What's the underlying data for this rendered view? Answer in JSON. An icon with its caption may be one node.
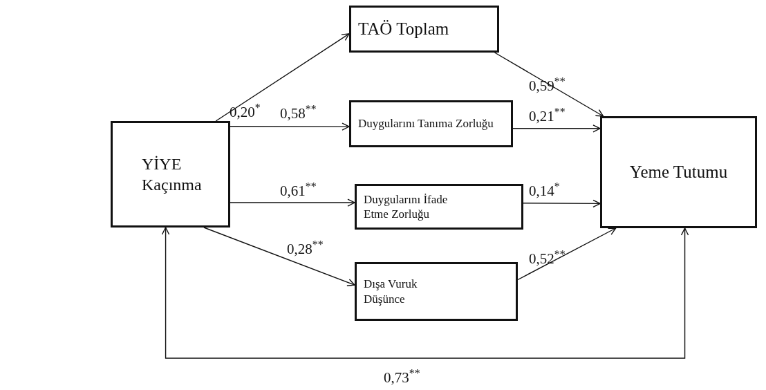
{
  "diagram": {
    "nodes": [
      {
        "text": [
          "YİYE Kaçınma"
        ]
      },
      {
        "text": [
          "TAÖ Toplam"
        ]
      },
      {
        "text": [
          "Duygularını Tanıma Zorluğu"
        ]
      },
      {
        "text": [
          "Duygularını İfade Etme Zorluğu"
        ]
      },
      {
        "text": [
          "Dışa Vuruk Düşünce"
        ]
      },
      {
        "text": [
          "Yeme Tutumu"
        ]
      }
    ],
    "edges": [
      {
        "from": 0,
        "to": 1,
        "arrow": "to",
        "label": "0,20$^{*}$"
      },
      {
        "from": 0,
        "to": 2,
        "arrow": "to",
        "label": "0,58$^{**}$"
      },
      {
        "from": 0,
        "to": 3,
        "arrow": "to",
        "label": "0,61$^{**}$"
      },
      {
        "from": 0,
        "to": 4,
        "arrow": "to",
        "label": "0,28$^{**}$"
      },
      {
        "from": 1,
        "to": 5,
        "arrow": "to",
        "label": "0,59$^{**}$"
      },
      {
        "from": 2,
        "to": 5,
        "arrow": "to",
        "label": "0,21$^{**}$"
      },
      {
        "from": 3,
        "to": 5,
        "arrow": "to",
        "label": "0,14$^{*}$"
      },
      {
        "from": 4,
        "to": 5,
        "arrow": "to",
        "label": "0,52$^{**}$"
      },
      {
        "from": 5,
        "to": 0,
        "arrow": "both",
        "label": "0,73$^{**}$"
      }
    ]
  }
}
